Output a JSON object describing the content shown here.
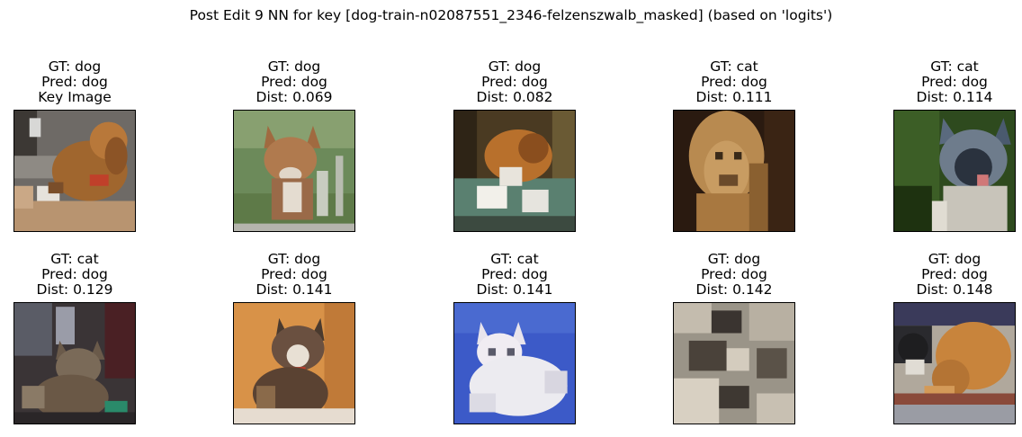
{
  "title": "Post Edit 9 NN for key [dog-train-n02087551_2346-felzenszwalb_masked] (based on 'logits')",
  "panels": [
    {
      "gt": "GT: dog",
      "pred": "Pred: dog",
      "extra": "Key Image",
      "image": "dog-on-couch-photo"
    },
    {
      "gt": "GT: dog",
      "pred": "Pred: dog",
      "extra": "Dist: 0.069",
      "image": "fox-in-grass-photo"
    },
    {
      "gt": "GT: dog",
      "pred": "Pred: dog",
      "extra": "Dist: 0.082",
      "image": "dog-with-papers-photo"
    },
    {
      "gt": "GT: cat",
      "pred": "Pred: dog",
      "extra": "Dist: 0.111",
      "image": "lion-photo"
    },
    {
      "gt": "GT: cat",
      "pred": "Pred: dog",
      "extra": "Dist: 0.114",
      "image": "siamese-cat-photo"
    },
    {
      "gt": "GT: cat",
      "pred": "Pred: dog",
      "extra": "Dist: 0.129",
      "image": "tabby-cat-dark-photo"
    },
    {
      "gt": "GT: dog",
      "pred": "Pred: dog",
      "extra": "Dist: 0.141",
      "image": "dog-orange-background-photo"
    },
    {
      "gt": "GT: cat",
      "pred": "Pred: dog",
      "extra": "Dist: 0.141",
      "image": "white-cat-blue-background-photo"
    },
    {
      "gt": "GT: dog",
      "pred": "Pred: dog",
      "extra": "Dist: 0.142",
      "image": "dog-blurry-grey-photo"
    },
    {
      "gt": "GT: dog",
      "pred": "Pred: dog",
      "extra": "Dist: 0.148",
      "image": "dog-and-cat-on-floor-photo"
    }
  ]
}
